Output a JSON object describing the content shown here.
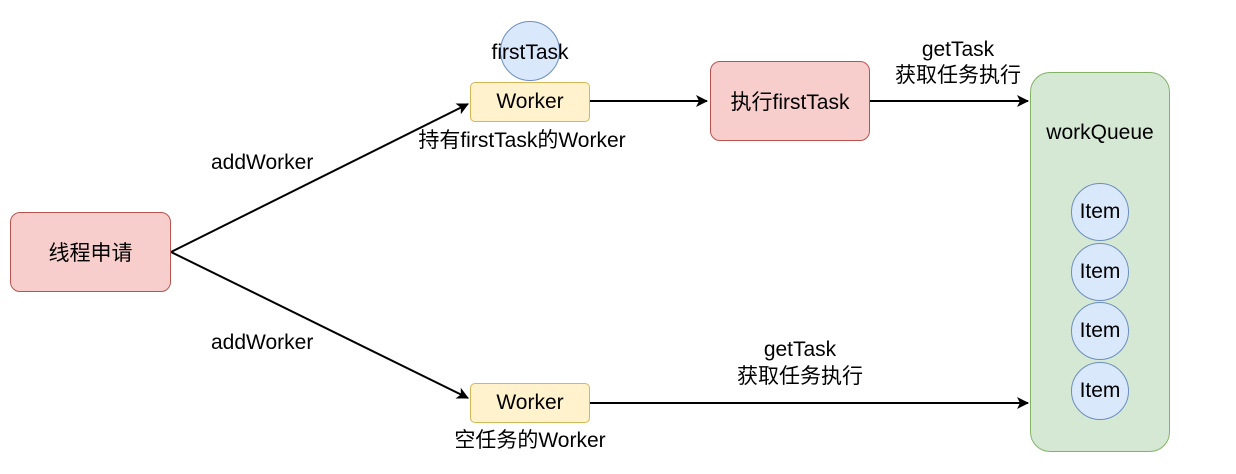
{
  "nodes": {
    "thread_request": "线程申请",
    "worker_top": "Worker",
    "worker_bottom": "Worker",
    "execute_first_task": "执行firstTask",
    "first_task": "firstTask",
    "work_queue": "workQueue",
    "queue_items": [
      "Item",
      "Item",
      "Item",
      "Item"
    ]
  },
  "edge_labels": {
    "add_worker_top": "addWorker",
    "add_worker_bottom": "addWorker",
    "worker_with_first_task": "持有firstTask的Worker",
    "empty_worker": "空任务的Worker",
    "get_task_top_line1": "getTask",
    "get_task_top_line2": "获取任务执行",
    "get_task_bottom_line1": "getTask",
    "get_task_bottom_line2": "获取任务执行"
  },
  "colors": {
    "red_fill": "#f8cecc",
    "red_stroke": "#b85450",
    "yellow_fill": "#fff2cc",
    "yellow_stroke": "#d6b656",
    "green_fill": "#d5e8d4",
    "green_stroke": "#82b366",
    "blue_fill": "#dae8fc",
    "blue_stroke": "#6c8ebf"
  }
}
